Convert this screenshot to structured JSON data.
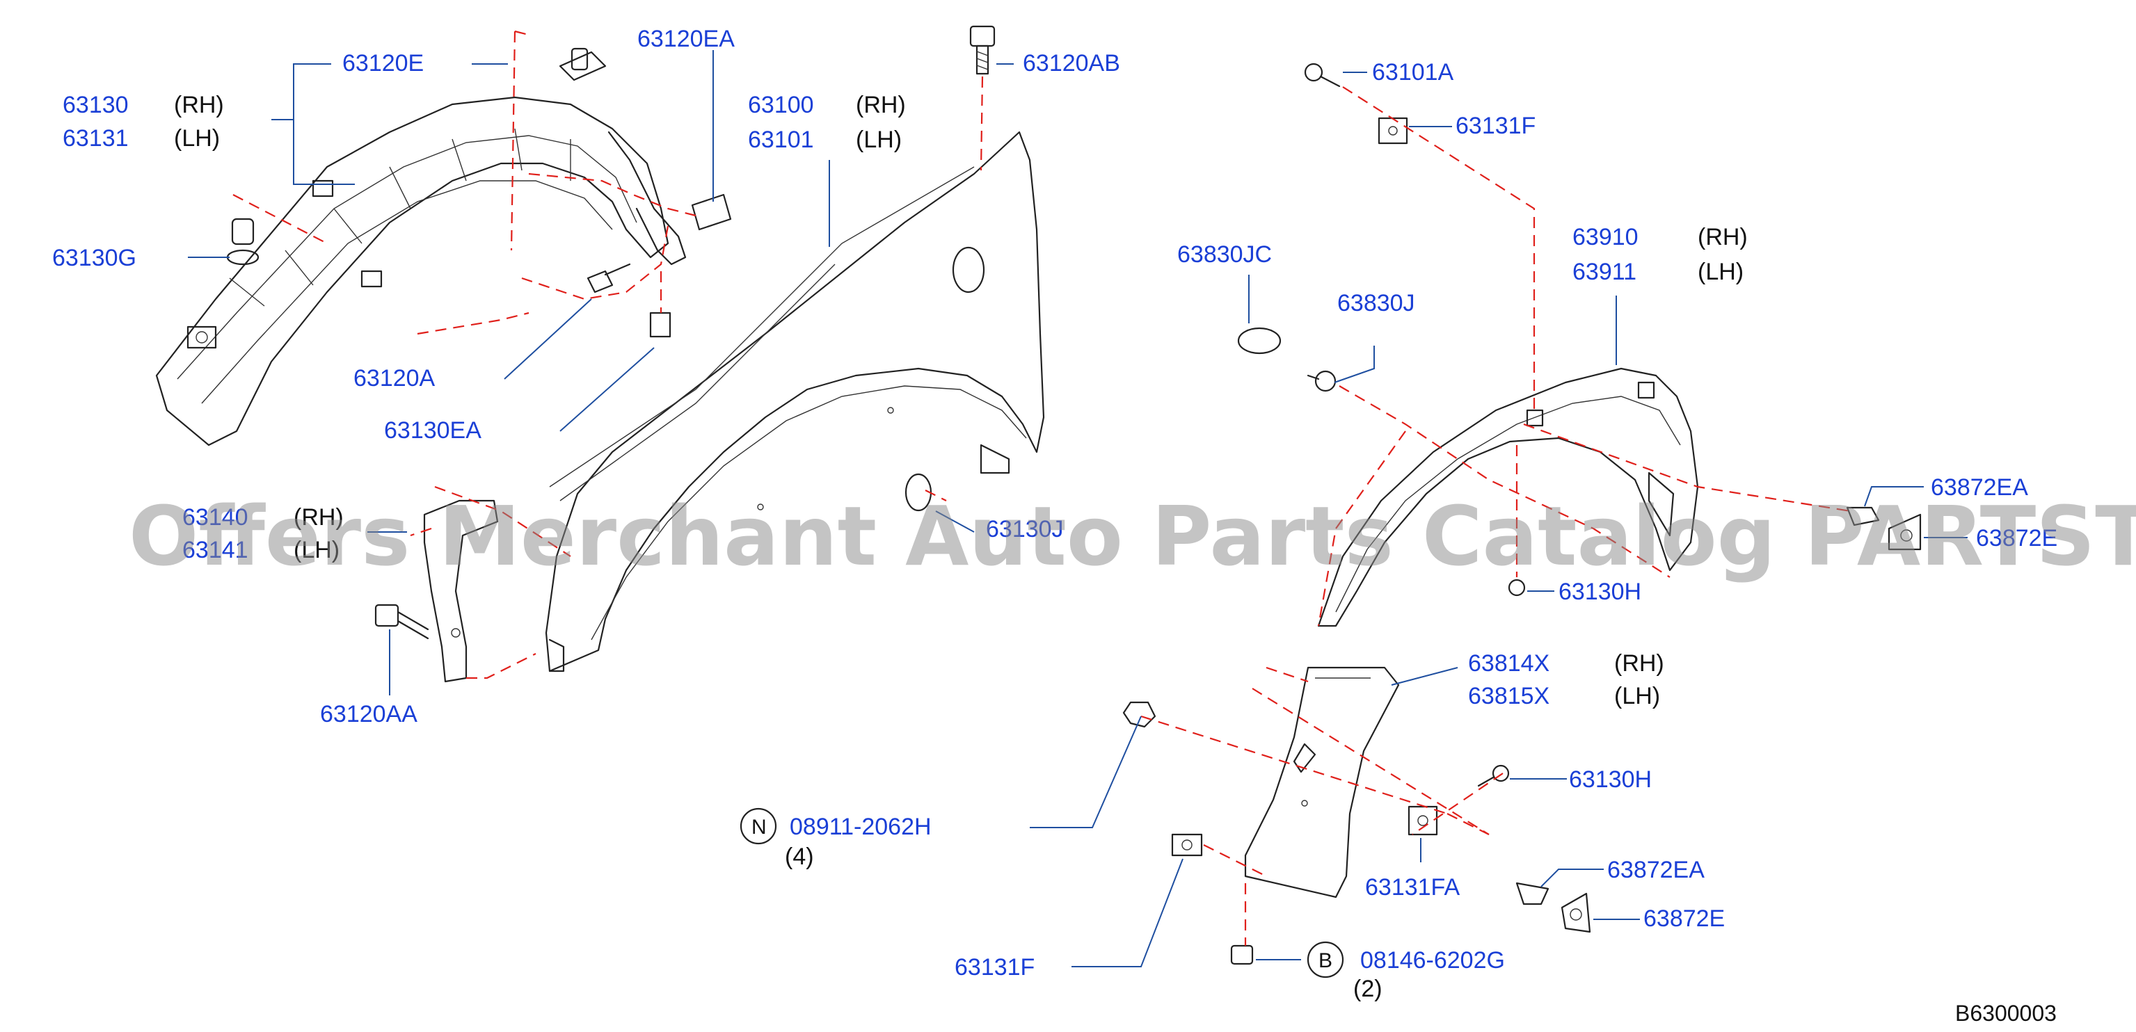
{
  "labels": {
    "p63120E": "63120E",
    "p63120EA": "63120EA",
    "p63120AB": "63120AB",
    "p63130": "63130",
    "p63131": "63131",
    "p63100": "63100",
    "p63101": "63101",
    "p63130G": "63130G",
    "p63120A": "63120A",
    "p63130EA": "63130EA",
    "p63140": "63140",
    "p63141": "63141",
    "p63130J": "63130J",
    "p63120AA": "63120AA",
    "p63101A": "63101A",
    "p63131F_top": "63131F",
    "p63910": "63910",
    "p63911": "63911",
    "p63830JC": "63830JC",
    "p63830J": "63830J",
    "p63872EA_right": "63872EA",
    "p63872E_right": "63872E",
    "p63130H_top": "63130H",
    "p63814X": "63814X",
    "p63815X": "63815X",
    "p63130H_bottom": "63130H",
    "p08911": "08911-2062H",
    "p63131FA": "63131FA",
    "p63872EA_bottom": "63872EA",
    "p63872E_bottom": "63872E",
    "p63131F_bottom": "63131F",
    "p08146": "08146-6202G"
  },
  "sides": {
    "rh_63130": "(RH)",
    "lh_63131": "(LH)",
    "rh_63100": "(RH)",
    "lh_63101": "(LH)",
    "rh_63140": "(RH)",
    "lh_63141": "(LH)",
    "rh_63910": "(RH)",
    "lh_63911": "(LH)",
    "rh_63814X": "(RH)",
    "lh_63815X": "(LH)"
  },
  "symbols": {
    "n_letter": "N",
    "n_qty": "(4)",
    "b_letter": "B",
    "b_qty": "(2)"
  },
  "diagram_code": "B6300003",
  "watermark": "Offers Merchant Auto Parts Catalog PARTSTORE.SA",
  "colors": {
    "label": "#1a3fd6",
    "leader": "#1f4fa0",
    "dashed": "#e0201b",
    "outline": "#222222"
  }
}
